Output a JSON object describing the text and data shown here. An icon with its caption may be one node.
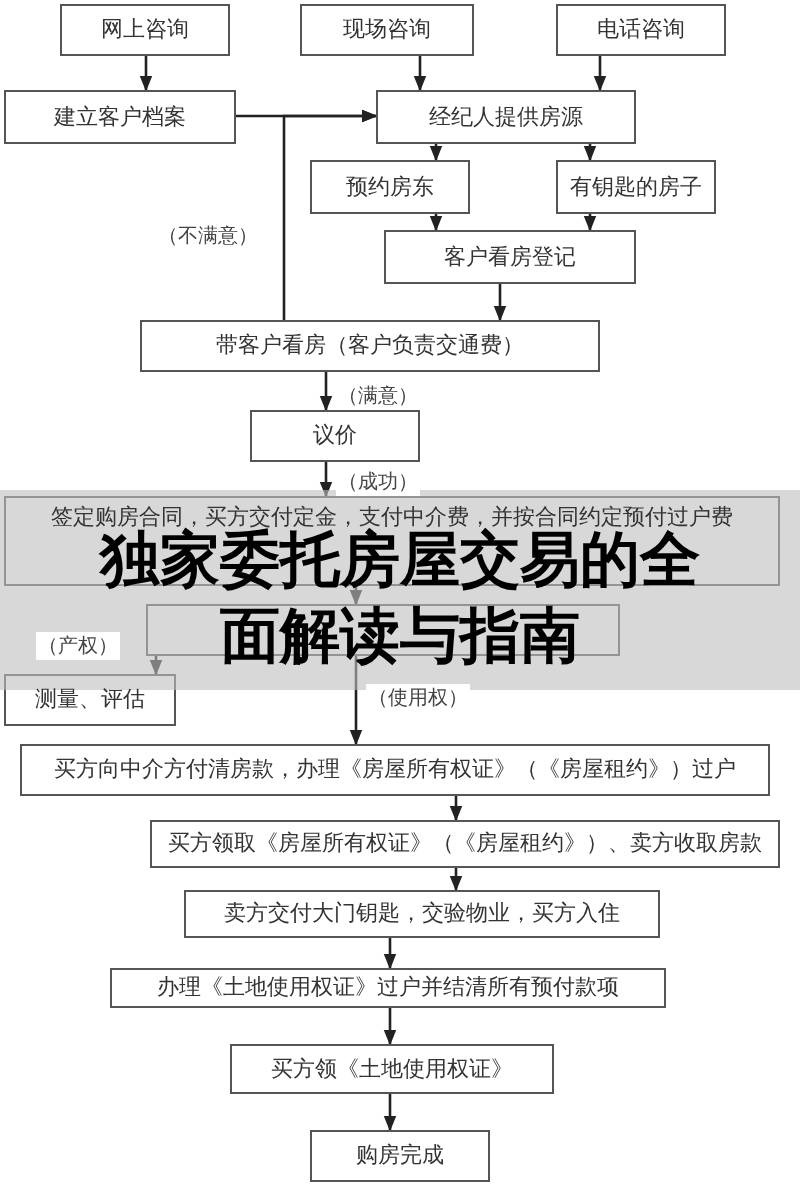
{
  "diagram": {
    "title": "独家委托房屋交易的全面解读与指南",
    "nodes": [
      {
        "text": [
          "网上咨询"
        ]
      },
      {
        "text": [
          "现场咨询"
        ]
      },
      {
        "text": [
          "电话咨询"
        ]
      },
      {
        "text": [
          "建立客户档案"
        ]
      },
      {
        "text": [
          "经纪人提供房源"
        ]
      },
      {
        "text": [
          "预约房东"
        ]
      },
      {
        "text": [
          "有钥匙的房子"
        ]
      },
      {
        "text": [
          "客户看房登记"
        ]
      },
      {
        "text": [
          "带客户看房（客户负责交通费）"
        ]
      },
      {
        "text": [
          "议价"
        ]
      },
      {
        "text": [
          "签定购房合同，买方交付定金，支付中介费，并按合同约定预付过户费"
        ]
      },
      {
        "text": [],
        "shape": "box"
      },
      {
        "text": [
          "测量、评估"
        ]
      },
      {
        "text": [
          "买方向中介方付清房款，办理《房屋所有权证》（《房屋租约》）过户"
        ]
      },
      {
        "text": [
          "买方领取《房屋所有权证》（《房屋租约》）、卖方收取房款"
        ]
      },
      {
        "text": [
          "卖方交付大门钥匙，交验物业，买方入住"
        ]
      },
      {
        "text": [
          "办理《土地使用权证》过户并结清所有预付款项"
        ]
      },
      {
        "text": [
          "买方领《土地使用权证》"
        ]
      },
      {
        "text": [
          "购房完成"
        ]
      }
    ],
    "edges": [
      {
        "from": 0,
        "to": 3,
        "arrow": "to"
      },
      {
        "from": 1,
        "to": 4,
        "arrow": "to"
      },
      {
        "from": 2,
        "to": 4,
        "arrow": "to"
      },
      {
        "from": 3,
        "to": 4,
        "arrow": "to"
      },
      {
        "from": 8,
        "to": 4,
        "arrow": "to",
        "label": "（不满意）"
      },
      {
        "from": 4,
        "to": 5,
        "arrow": "to"
      },
      {
        "from": 4,
        "to": 6,
        "arrow": "to"
      },
      {
        "from": 5,
        "to": 7,
        "arrow": "to"
      },
      {
        "from": 6,
        "to": 7,
        "arrow": "to"
      },
      {
        "from": 7,
        "to": 8,
        "arrow": "to"
      },
      {
        "from": 8,
        "to": 9,
        "arrow": "to",
        "label": "（满意）"
      },
      {
        "from": 9,
        "to": 10,
        "arrow": "to",
        "label": "（成功）"
      },
      {
        "from": 10,
        "to": 11,
        "arrow": "to"
      },
      {
        "from": 11,
        "to": 12,
        "arrow": "to",
        "label": "（产权）"
      },
      {
        "from": 11,
        "to": 13,
        "arrow": "to",
        "label": "（使用权）"
      },
      {
        "from": 13,
        "to": 14,
        "arrow": "to"
      },
      {
        "from": 14,
        "to": 15,
        "arrow": "to"
      },
      {
        "from": 15,
        "to": 16,
        "arrow": "to"
      },
      {
        "from": 16,
        "to": 17,
        "arrow": "to"
      },
      {
        "from": 17,
        "to": 18,
        "arrow": "to"
      }
    ]
  }
}
